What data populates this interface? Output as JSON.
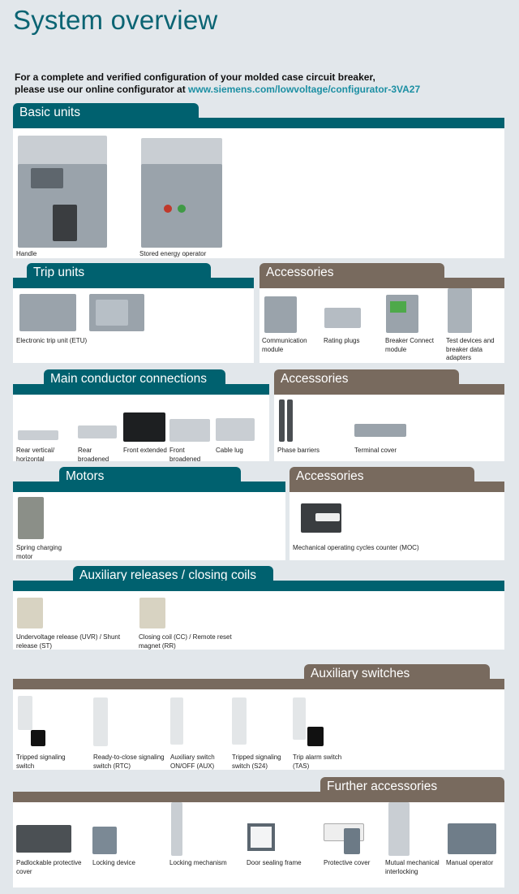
{
  "title": "System overview",
  "intro": {
    "line1": "For a complete and verified configuration of your molded case circuit breaker,",
    "line2": "please use our online configurator at ",
    "link": "www.siemens.com/lowvoltage/configurator-3VA27"
  },
  "colors": {
    "teal": "#00616f",
    "brown": "#786a5e",
    "link": "#1c8fa3",
    "background": "#e2e7eb"
  },
  "basic_units": {
    "title": "Basic units",
    "items": [
      "Handle",
      "Stored energy operator"
    ]
  },
  "trip_units": {
    "title": "Trip units",
    "items": [
      "Electronic trip unit (ETU)"
    ]
  },
  "trip_accessories": {
    "title": "Accessories",
    "items": [
      "Communication module",
      "Rating plugs",
      "Breaker Connect module",
      "Test devices and breaker data adapters"
    ]
  },
  "main_conductor": {
    "title": "Main conductor connections",
    "items": [
      "Rear vertical/ horizontal",
      "Rear broadened",
      "Front extended",
      "Front broadened",
      "Cable lug"
    ]
  },
  "conductor_accessories": {
    "title": "Accessories",
    "items": [
      "Phase barriers",
      "Terminal cover"
    ]
  },
  "motors": {
    "title": "Motors",
    "items": [
      "Spring charging motor"
    ]
  },
  "motor_accessories": {
    "title": "Accessories",
    "items": [
      "Mechanical operating cycles counter (MOC)"
    ]
  },
  "aux_releases": {
    "title": "Auxiliary releases / closing coils",
    "items": [
      "Undervoltage release (UVR) / Shunt release (ST)",
      "Closing coil (CC) / Remote reset magnet (RR)"
    ]
  },
  "aux_switches": {
    "title": "Auxiliary switches",
    "items": [
      "Tripped signaling switch",
      "Ready-to-close signaling switch (RTC)",
      "Auxiliary switch ON/OFF (AUX)",
      "Tripped signaling switch (S24)",
      "Trip alarm switch (TAS)"
    ]
  },
  "further": {
    "title": "Further accessories",
    "items": [
      "Padlockable protective cover",
      "Locking device",
      "Locking mechanism",
      "Door sealing frame",
      "Protective cover",
      "Mutual mechanical interlocking",
      "Manual operator"
    ]
  }
}
